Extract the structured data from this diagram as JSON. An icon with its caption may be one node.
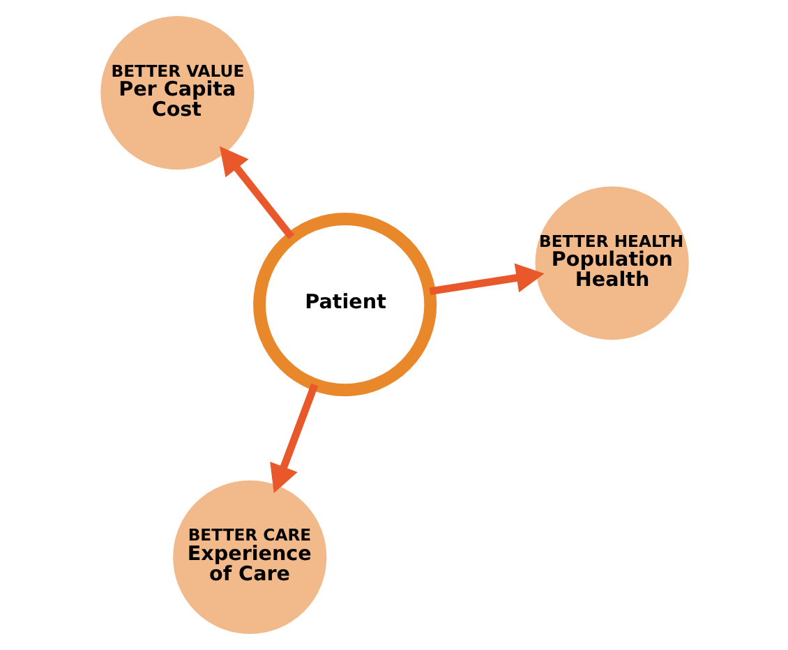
{
  "diagram": {
    "nodes": [
      {
        "text": [
          "Patient"
        ]
      },
      {
        "text": [
          "BETTER HEALTH",
          "Population Health"
        ]
      },
      {
        "text": [
          "BETTER CARE",
          "Experience of Care"
        ]
      },
      {
        "text": [
          "BETTER VALUE",
          "Per Capita Cost"
        ]
      }
    ],
    "edges": [
      {
        "from": 0,
        "to": 1,
        "arrow": "to"
      },
      {
        "from": 0,
        "to": 2,
        "arrow": "to"
      },
      {
        "from": 0,
        "to": 3,
        "arrow": "to"
      }
    ]
  }
}
